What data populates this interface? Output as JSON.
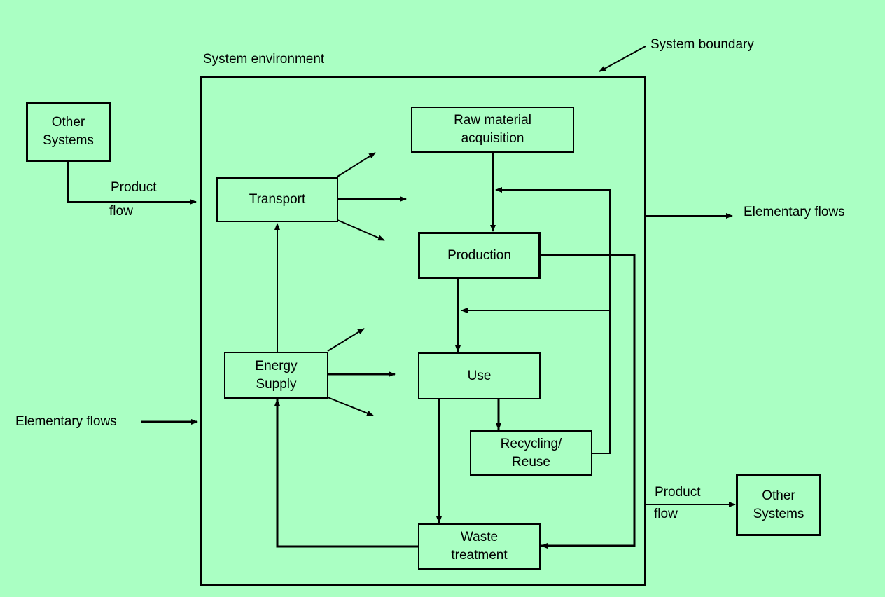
{
  "diagram": {
    "system_environment": "System environment",
    "system_boundary": "System boundary",
    "nodes": {
      "other_systems_in": "Other\nSystems",
      "raw_material": "Raw material\nacquisition",
      "transport": "Transport",
      "production": "Production",
      "energy_supply": "Energy\nSupply",
      "use": "Use",
      "recycling": "Recycling/\nReuse",
      "waste_treatment": "Waste\ntreatment",
      "other_systems_out": "Other\nSystems"
    },
    "flows": {
      "product_in_line1": "Product",
      "product_in_line2": "flow",
      "elementary_out": "Elementary flows",
      "elementary_in": "Elementary flows",
      "product_out_line1": "Product",
      "product_out_line2": "flow"
    },
    "colors": {
      "background": "#aaffc3",
      "stroke": "#000000"
    }
  }
}
